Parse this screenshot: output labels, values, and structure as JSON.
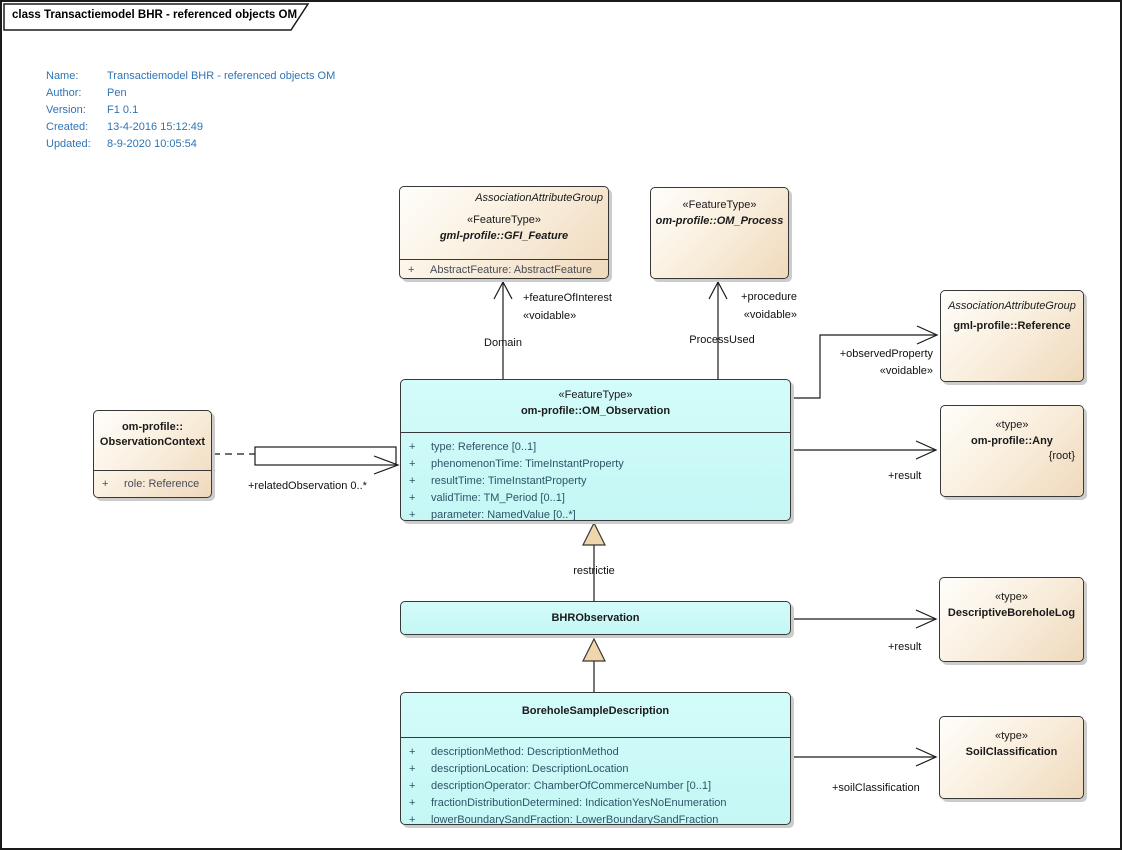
{
  "frame": {
    "title": "class Transactiemodel BHR - referenced objects OM"
  },
  "metadata": {
    "rows": [
      {
        "label": "Name:",
        "value": "Transactiemodel BHR - referenced objects OM"
      },
      {
        "label": "Author:",
        "value": "Pen"
      },
      {
        "label": "Version:",
        "value": "F1 0.1"
      },
      {
        "label": "Created:",
        "value": "13-4-2016 15:12:49"
      },
      {
        "label": "Updated:",
        "value": "8-9-2020 10:05:54"
      }
    ]
  },
  "colors": {
    "box_cream": "#EFD9BC",
    "box_cyan": "#C9F8F6",
    "border": "#383838",
    "shadow": "#CCCCCC",
    "metadata_text": "#2E74B5",
    "attribute_text_cyan": "#2E5468",
    "attribute_text_cream": "#474C58",
    "generalization_triangle": "#F0D6AB"
  },
  "classes": {
    "gfi_feature": {
      "group": "AssociationAttributeGroup",
      "stereotype": "«FeatureType»",
      "name": "gml-profile::GFI_Feature",
      "attributes": [
        {
          "v": "+",
          "t": "AbstractFeature: AbstractFeature"
        }
      ]
    },
    "om_process": {
      "stereotype": "«FeatureType»",
      "name": "om-profile::OM_Process"
    },
    "reference": {
      "group": "AssociationAttributeGroup",
      "name": "gml-profile::Reference"
    },
    "any": {
      "stereotype": "«type»",
      "name": "om-profile::Any",
      "constraint": "{root}"
    },
    "observation_context": {
      "name_line1": "om-profile::",
      "name_line2": "ObservationContext",
      "attributes": [
        {
          "v": "+",
          "t": "role: Reference"
        }
      ]
    },
    "om_observation": {
      "stereotype": "«FeatureType»",
      "name": "om-profile::OM_Observation",
      "attributes": [
        {
          "v": "+",
          "t": "type: Reference [0..1]"
        },
        {
          "v": "+",
          "t": "phenomenonTime: TimeInstantProperty"
        },
        {
          "v": "+",
          "t": "resultTime: TimeInstantProperty"
        },
        {
          "v": "+",
          "t": "validTime: TM_Period [0..1]"
        },
        {
          "v": "+",
          "t": "parameter: NamedValue [0..*]"
        }
      ]
    },
    "bhr_observation": {
      "name": "BHRObservation"
    },
    "borehole_sample_description": {
      "name": "BoreholeSampleDescription",
      "attributes": [
        {
          "v": "+",
          "t": "descriptionMethod: DescriptionMethod"
        },
        {
          "v": "+",
          "t": "descriptionLocation: DescriptionLocation"
        },
        {
          "v": "+",
          "t": "descriptionOperator: ChamberOfCommerceNumber [0..1]"
        },
        {
          "v": "+",
          "t": "fractionDistributionDetermined: IndicationYesNoEnumeration"
        },
        {
          "v": "+",
          "t": "lowerBoundarySandFraction: LowerBoundarySandFraction"
        }
      ]
    },
    "descriptive_borehole_log": {
      "stereotype": "«type»",
      "name": "DescriptiveBoreholeLog"
    },
    "soil_classification": {
      "stereotype": "«type»",
      "name": "SoilClassification"
    }
  },
  "connectors": {
    "feature_of_interest": {
      "role": "+featureOfInterest",
      "stereotype": "«voidable»",
      "name": "Domain"
    },
    "procedure": {
      "role": "+procedure",
      "stereotype": "«voidable»",
      "name": "ProcessUsed"
    },
    "observed_property": {
      "role": "+observedProperty",
      "stereotype": "«voidable»"
    },
    "result_any": {
      "role": "+result"
    },
    "related_observation": {
      "role": "+relatedObservation 0..*"
    },
    "restriction": {
      "name": "restrictie"
    },
    "result_log": {
      "role": "+result"
    },
    "soil_classification": {
      "role": "+soilClassification"
    }
  }
}
